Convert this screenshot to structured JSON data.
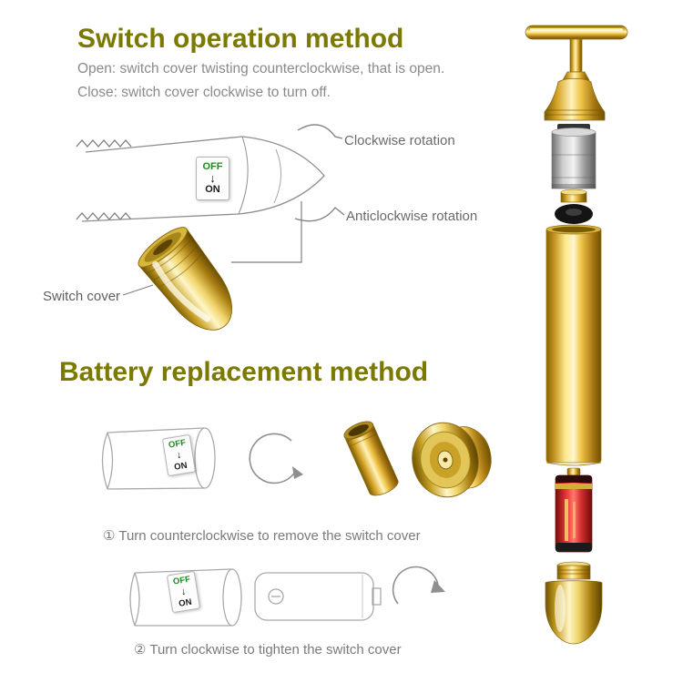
{
  "colors": {
    "title_olive": "#7b7900",
    "body_text": "#8a8a8a",
    "off_green": "#1f8a1f",
    "gold": "#d4af37",
    "battery_red": "#c62828"
  },
  "section_switch": {
    "title": "Switch operation method",
    "instructions": [
      "Open: switch cover twisting counterclockwise, that is open.",
      "Close: switch cover clockwise to turn off."
    ],
    "labels": {
      "clockwise": "Clockwise rotation",
      "anticlockwise": "Anticlockwise rotation",
      "switch_cover": "Switch cover"
    }
  },
  "switch_badge": {
    "off": "OFF",
    "arrow": "↓",
    "on": "ON"
  },
  "section_battery": {
    "title": "Battery replacement method",
    "steps": [
      "① Turn counterclockwise to remove the switch cover",
      "② Turn clockwise to tighten the switch cover"
    ]
  }
}
